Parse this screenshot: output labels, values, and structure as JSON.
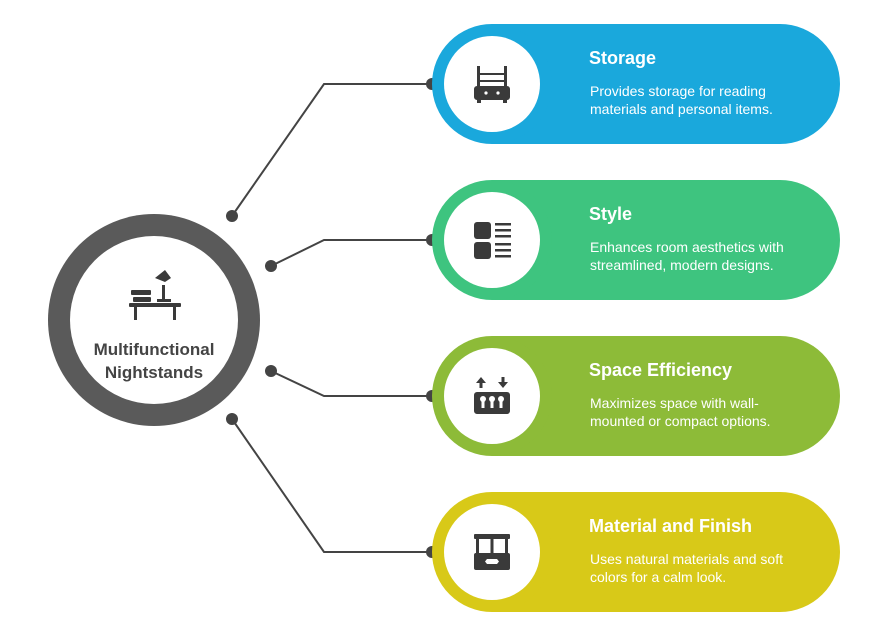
{
  "hub": {
    "title": "Multifunctional\nNightstands",
    "icon": "nightstand-lamp-icon"
  },
  "items": [
    {
      "title": "Storage",
      "description": "Provides storage for reading materials and personal items.",
      "color": "#1aa8dc",
      "icon": "shelving-cart-icon"
    },
    {
      "title": "Style",
      "description": "Enhances room aesthetics with streamlined, modern designs.",
      "color": "#3ec47f",
      "icon": "layout-grid-list-icon"
    },
    {
      "title": "Space Efficiency",
      "description": "Maximizes space with wall-mounted or compact options.",
      "color": "#8dbb38",
      "icon": "compact-organizer-icon"
    },
    {
      "title": "Material and Finish",
      "description": "Uses natural materials and soft colors for a calm look.",
      "color": "#d8c918",
      "icon": "cabinet-drawer-icon"
    }
  ],
  "colors": {
    "hub_ring": "#5a5a5a",
    "connector": "#444444",
    "icon": "#3a3a3a"
  }
}
